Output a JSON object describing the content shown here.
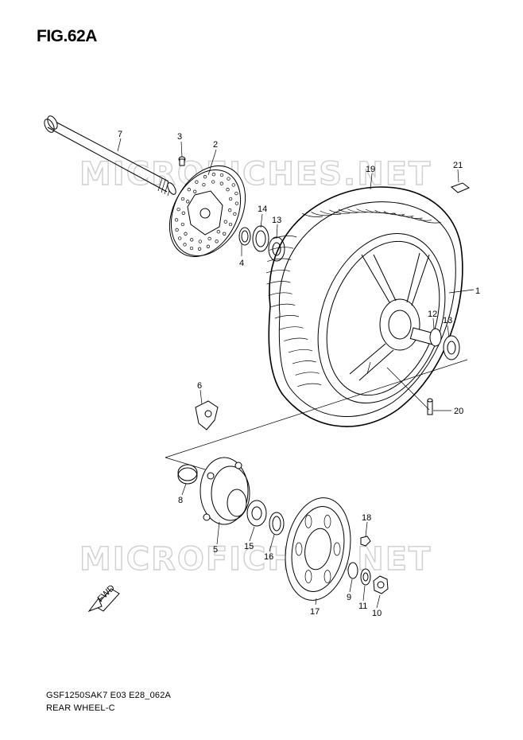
{
  "figure": {
    "title": "FIG.62A",
    "code": "GSF1250SAK7 E03 E28_062A",
    "section": "REAR WHEEL-C"
  },
  "watermark": "MICROFICHES.NET",
  "fwd_label": "FWD",
  "callouts": [
    "1",
    "2",
    "3",
    "4",
    "5",
    "6",
    "7",
    "8",
    "9",
    "10",
    "11",
    "12",
    "13",
    "13",
    "14",
    "15",
    "16",
    "17",
    "18",
    "19",
    "20",
    "21"
  ]
}
